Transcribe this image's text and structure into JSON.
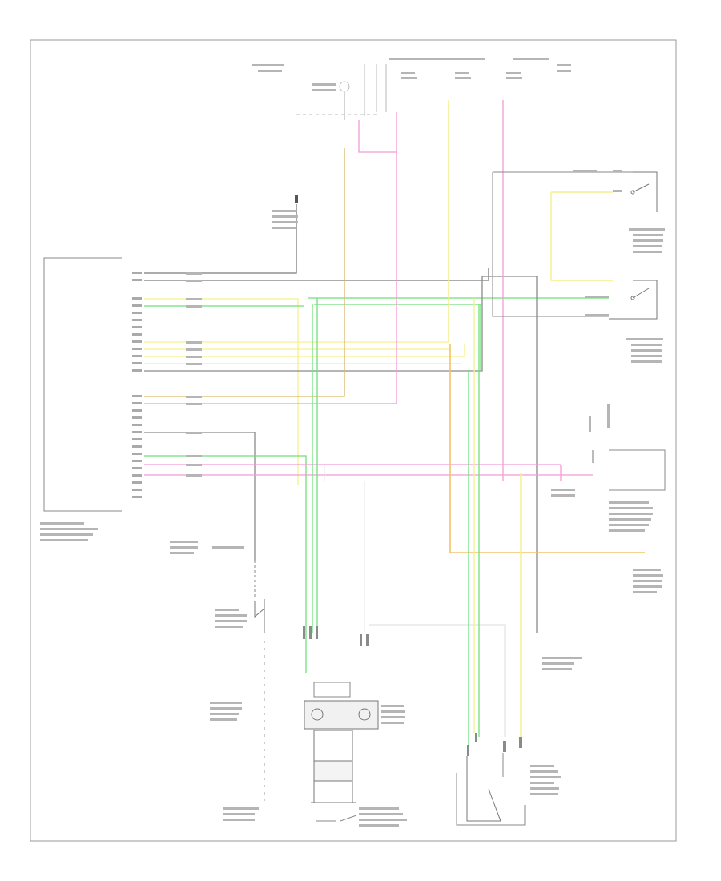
{
  "diagram": {
    "corner_id": "",
    "wire_colors": {
      "yellow": "#f5f08a",
      "pink": "#f59ad6",
      "light_pink": "#f7b6cf",
      "green": "#6fe07a",
      "tan": "#d9b76a",
      "orange": "#f2c36a",
      "grey": "#8a8a8a"
    },
    "components": [
      "underhood-fuse-block",
      "instrument-cluster",
      "left-front-seat-switch",
      "right-front-seat-switch",
      "generic-electronic-module",
      "diagnostic-energy-reserve-module",
      "passenger-belt-switch",
      "steering-column",
      "driver-belt-switch",
      "inflatable-restraint-coil",
      "ground-points"
    ]
  }
}
